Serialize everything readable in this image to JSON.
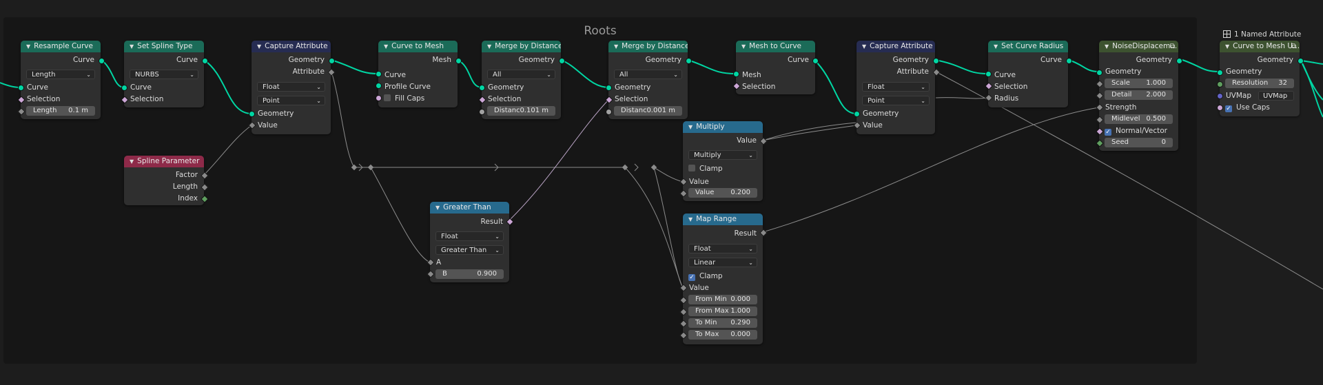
{
  "frame": {
    "title": "Roots"
  },
  "colors": {
    "geometry_socket": "#00d6a3",
    "float_socket": "#a1a1a1",
    "bool_socket": "#cca6d6",
    "int_socket": "#5f9f5f",
    "vector_socket": "#6363c7",
    "geometry_header": "#1b6b58",
    "attribute_header": "#262c52",
    "converter_header": "#276a8d",
    "input_header": "#8e2a49",
    "group_header": "#3d5230"
  },
  "named_attribute": {
    "label": "1 Named Attribute"
  },
  "resample": {
    "title": "Resample Curve",
    "out_curve": "Curve",
    "mode": "Length",
    "in_curve": "Curve",
    "selection": "Selection",
    "length_label": "Length",
    "length_value": "0.1 m"
  },
  "spline_type": {
    "title": "Set Spline Type",
    "out_curve": "Curve",
    "type": "NURBS",
    "in_curve": "Curve",
    "selection": "Selection"
  },
  "spline_param": {
    "title": "Spline Parameter",
    "factor": "Factor",
    "length": "Length",
    "index": "Index"
  },
  "capture1": {
    "title": "Capture Attribute",
    "out_geometry": "Geometry",
    "out_attribute": "Attribute",
    "data_type": "Float",
    "domain": "Point",
    "in_geometry": "Geometry",
    "in_value": "Value"
  },
  "curve_to_mesh1": {
    "title": "Curve to Mesh",
    "out_mesh": "Mesh",
    "curve": "Curve",
    "profile": "Profile Curve",
    "fill_caps": "Fill Caps"
  },
  "merge1": {
    "title": "Merge by Distance",
    "out_geometry": "Geometry",
    "mode": "All",
    "in_geometry": "Geometry",
    "selection": "Selection",
    "distance_label": "Distanc",
    "distance_value": "0.101 m"
  },
  "merge2": {
    "title": "Merge by Distance",
    "out_geometry": "Geometry",
    "mode": "All",
    "in_geometry": "Geometry",
    "selection": "Selection",
    "distance_label": "Distanc",
    "distance_value": "0.001 m"
  },
  "greater": {
    "title": "Greater Than",
    "result": "Result",
    "data_type": "Float",
    "operation": "Greater Than",
    "a": "A",
    "b_label": "B",
    "b_value": "0.900"
  },
  "mesh_to_curve": {
    "title": "Mesh to Curve",
    "out_curve": "Curve",
    "mesh": "Mesh",
    "selection": "Selection"
  },
  "multiply": {
    "title": "Multiply",
    "out_value": "Value",
    "operation": "Multiply",
    "clamp": "Clamp",
    "in_value": "Value",
    "value_label": "Value",
    "value_value": "0.200"
  },
  "map_range": {
    "title": "Map Range",
    "result": "Result",
    "data_type": "Float",
    "interpolation": "Linear",
    "clamp": "Clamp",
    "value": "Value",
    "from_min_label": "From Min",
    "from_min": "0.000",
    "from_max_label": "From Max",
    "from_max": "1.000",
    "to_min_label": "To Min",
    "to_min": "0.290",
    "to_max_label": "To Max",
    "to_max": "0.000"
  },
  "capture2": {
    "title": "Capture Attribute",
    "out_geometry": "Geometry",
    "out_attribute": "Attribute",
    "data_type": "Float",
    "domain": "Point",
    "in_geometry": "Geometry",
    "in_value": "Value"
  },
  "set_radius": {
    "title": "Set Curve Radius",
    "out_curve": "Curve",
    "curve": "Curve",
    "selection": "Selection",
    "radius": "Radius"
  },
  "noise": {
    "title": "NoiseDisplacem...",
    "out_geometry": "Geometry",
    "in_geometry": "Geometry",
    "scale_label": "Scale",
    "scale": "1.000",
    "detail_label": "Detail",
    "detail": "2.000",
    "strength": "Strength",
    "midlevel_label": "Midlevel",
    "midlevel": "0.500",
    "normal": "Normal/Vector",
    "seed_label": "Seed",
    "seed": "0"
  },
  "curve_to_mesh2": {
    "title": "Curve to Mesh U...",
    "out_geometry": "Geometry",
    "in_geometry": "Geometry",
    "resolution_label": "Resolution",
    "resolution": "32",
    "uvmap_label": "UVMap",
    "uvmap_value": "UVMap",
    "use_caps": "Use Caps"
  }
}
